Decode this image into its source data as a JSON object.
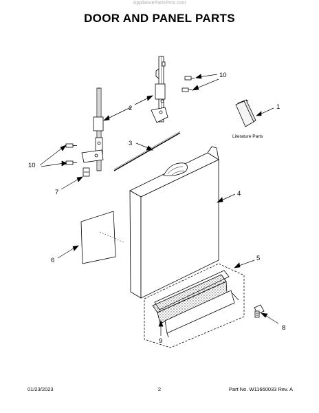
{
  "header": {
    "watermark": "AppliancePartsPros.com",
    "title": "DOOR AND PANEL PARTS"
  },
  "diagram": {
    "literature_label": "Literature Parts",
    "callouts": {
      "c1": "1",
      "c2": "2",
      "c3": "3",
      "c4": "4",
      "c5": "5",
      "c6": "6",
      "c7": "7",
      "c8": "8",
      "c9": "9",
      "c10_top": "10",
      "c10_left": "10"
    }
  },
  "footer": {
    "date": "01/23/2023",
    "page": "2",
    "part_rev": "Part No. W11660033  Rev. A"
  }
}
